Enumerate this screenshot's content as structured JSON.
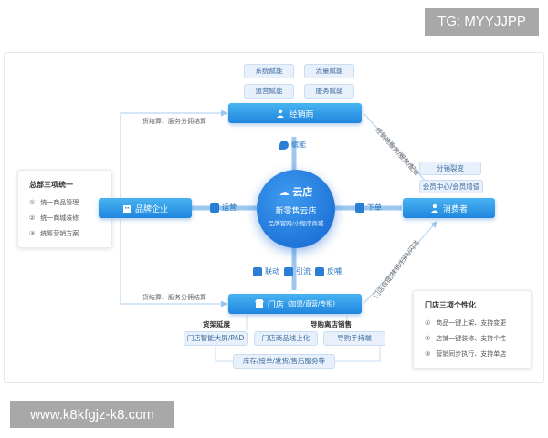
{
  "watermark_top": "TG: MYYJJPP",
  "watermark_bottom": "www.k8kfgjz-k8.com",
  "distributor": {
    "label": "经销商",
    "tags": [
      "系统赋能",
      "流量赋能",
      "运营赋能",
      "服务赋能"
    ],
    "empower": "赋能"
  },
  "center": {
    "logo": "云店",
    "title": "新零售云店",
    "subtitle": "品牌官网/小程序商城"
  },
  "brand": {
    "label": "品牌企业",
    "operate": "运营"
  },
  "consumer": {
    "label": "消费者",
    "tags": [
      "分销裂变",
      "会员中心/会员增值"
    ],
    "order": "下单"
  },
  "store": {
    "label": "门店",
    "label_sub": "(加盟/直营/专柜)",
    "actions": [
      "联动",
      "引流",
      "反哺"
    ]
  },
  "settlement_top": "货结算、服务分佣结算",
  "settlement_bottom": "货结算、服务分佣结算",
  "diag_top": "经销商服务/服务/配送",
  "diag_bottom": "门店自提/核销/扫码/闪送",
  "hq_panel": {
    "title": "总部三项统一",
    "items": [
      {
        "num": "①",
        "text": "统一商品管理"
      },
      {
        "num": "②",
        "text": "统一商城装修"
      },
      {
        "num": "③",
        "text": "统筹营销方案"
      }
    ]
  },
  "store_panel": {
    "title": "门店三项个性化",
    "items": [
      {
        "num": "①",
        "text": "商品一键上架、支持变更"
      },
      {
        "num": "②",
        "text": "店铺一键装修、支持个性"
      },
      {
        "num": "③",
        "text": "营销同步执行、支持单店"
      }
    ]
  },
  "bottom": {
    "shelf_title": "货架延展",
    "guide_title": "导购离店销售",
    "items": [
      "门店智能大屏/PAD",
      "门店商品线上化",
      "导购手持端"
    ],
    "footer": "库存/接单/发货/售后服务等"
  },
  "colors": {
    "node": "#2b8fe3",
    "center": "#1a73d9",
    "arrow": "#9cc7ee"
  }
}
